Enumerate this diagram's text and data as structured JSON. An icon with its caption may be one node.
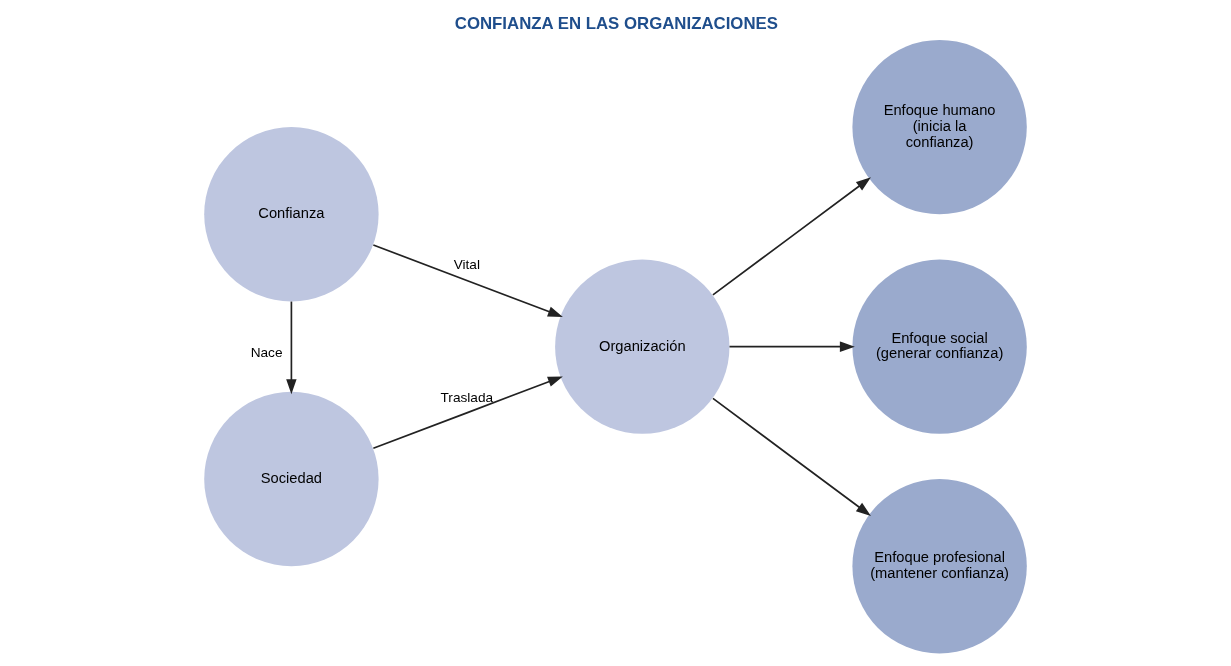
{
  "diagram": {
    "title": "CONFIANZA EN LAS ORGANIZACIONES",
    "nodes": [
      {
        "text": [
          "Confianza"
        ]
      },
      {
        "text": [
          "Sociedad"
        ]
      },
      {
        "text": [
          "Organización"
        ]
      },
      {
        "text": [
          "Enfoque humano (inicia la confianza)"
        ]
      },
      {
        "text": [
          "Enfoque social (generar confianza)"
        ]
      },
      {
        "text": [
          "Enfoque profesional (mantener confianza)"
        ]
      }
    ],
    "edges": [
      {
        "from": 0,
        "to": 1,
        "arrow": "to",
        "label": "Nace"
      },
      {
        "from": 0,
        "to": 2,
        "arrow": "to",
        "label": "Vital"
      },
      {
        "from": 1,
        "to": 2,
        "arrow": "to",
        "label": "Traslada"
      },
      {
        "from": 2,
        "to": 3,
        "arrow": "to"
      },
      {
        "from": 2,
        "to": 4,
        "arrow": "to"
      },
      {
        "from": 2,
        "to": 5,
        "arrow": "to"
      }
    ]
  }
}
